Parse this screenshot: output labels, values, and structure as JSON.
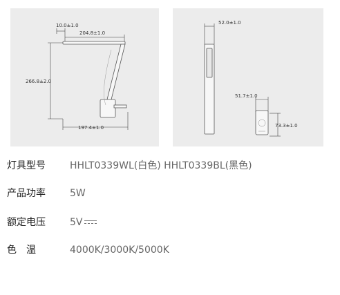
{
  "drawings": {
    "side_view": {
      "dim_top": "10.0±1.0",
      "dim_width": "204.8±1.0",
      "dim_height": "266.8±2.0",
      "dim_base": "197.4±1.0"
    },
    "front_view": {
      "dim_head": "52.0±1.0",
      "dim_base_width": "51.7±1.0",
      "dim_base_height": "73.3±1.0"
    }
  },
  "specs": [
    {
      "label": "灯具型号",
      "value": "HHLT0339WL(白色)  HHLT0339BL(黑色)"
    },
    {
      "label": "产品功率",
      "value": "5W"
    },
    {
      "label": "额定电压",
      "value": "5V"
    },
    {
      "label": "色　温",
      "value": "4000K/3000K/5000K"
    }
  ]
}
